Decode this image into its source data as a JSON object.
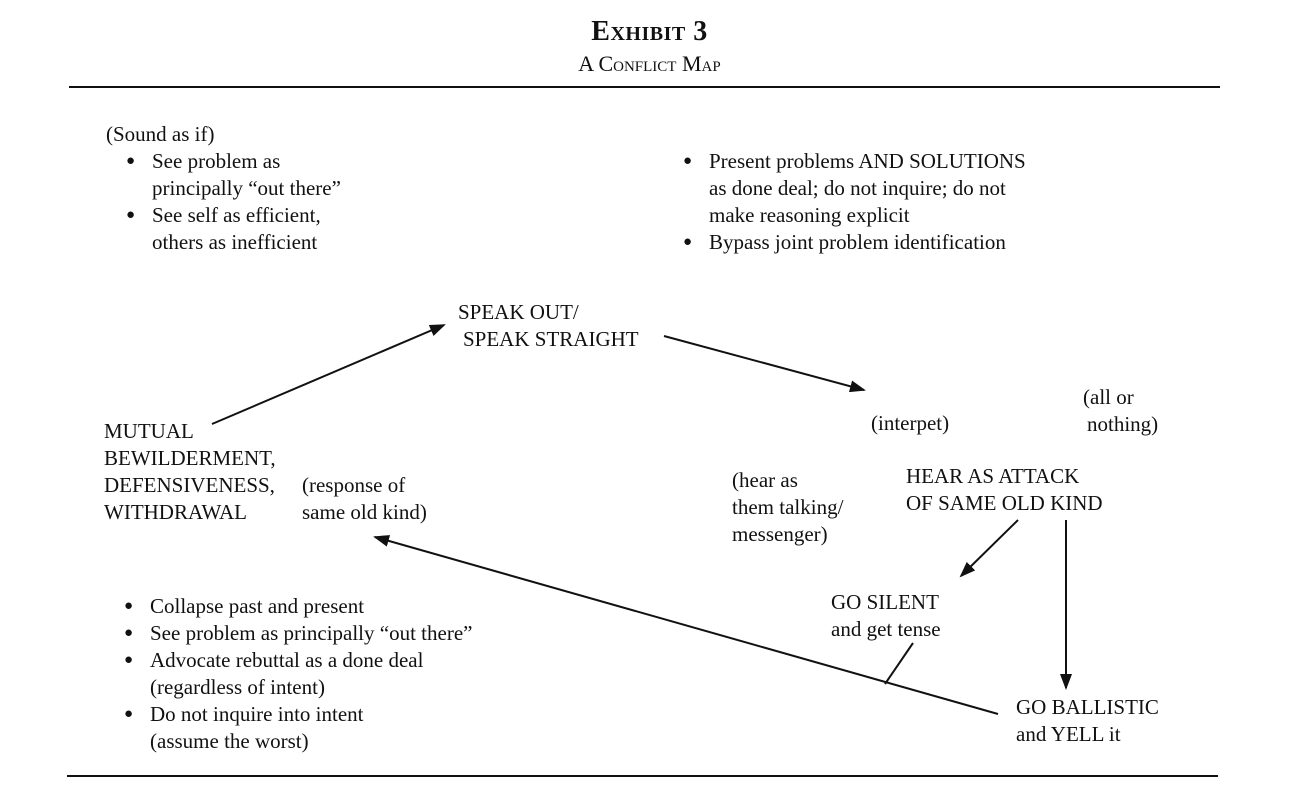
{
  "title": "Exhibit 3",
  "subtitle": "A Conflict Map",
  "top_left": {
    "intro": "(Sound as if)",
    "bullets": [
      [
        "See problem as",
        "principally “out there”"
      ],
      [
        "See self as efficient,",
        "others as inefficient"
      ]
    ]
  },
  "top_right": {
    "bullets": [
      [
        "Present problems AND SOLUTIONS",
        "as done deal; do not inquire; do not",
        "make reasoning explicit"
      ],
      [
        "Bypass joint problem identification"
      ]
    ]
  },
  "nodes": {
    "speak": [
      "SPEAK OUT/",
      "SPEAK STRAIGHT"
    ],
    "interpret": "(interpet)",
    "all_or_nothing": [
      "(all or",
      "nothing)"
    ],
    "hear_as": [
      "(hear as",
      "them talking/",
      "messenger)"
    ],
    "attack": [
      "HEAR AS ATTACK",
      "OF SAME OLD KIND"
    ],
    "silent": [
      "GO SILENT",
      "and get tense"
    ],
    "ballistic": [
      "GO BALLISTIC",
      "and YELL it"
    ],
    "mutual": [
      "MUTUAL",
      "BEWILDERMENT,",
      "DEFENSIVENESS,",
      "WITHDRAWAL"
    ],
    "response": [
      "(response of",
      "same old kind)"
    ]
  },
  "bottom_left": {
    "bullets": [
      [
        "Collapse past and present"
      ],
      [
        "See problem as principally “out there”"
      ],
      [
        "Advocate rebuttal as a done deal",
        "(regardless of intent)"
      ],
      [
        "Do not inquire into intent",
        "(assume the worst)"
      ]
    ]
  }
}
